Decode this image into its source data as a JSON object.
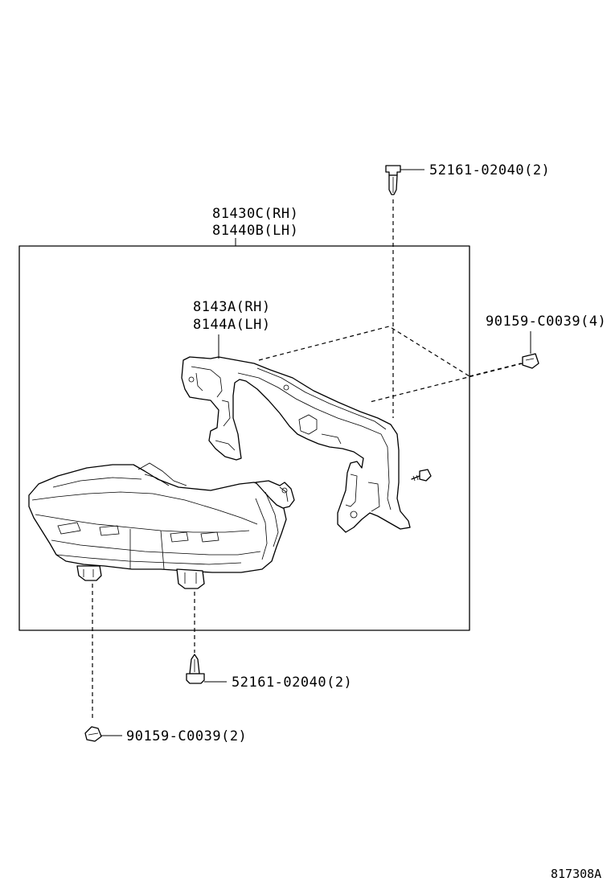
{
  "labels": {
    "clip_top": "52161-02040(2)",
    "assembly_rh": "81430C(RH)",
    "assembly_lh": "81440B(LH)",
    "bracket_rh": "8143A(RH)",
    "bracket_lh": "8144A(LH)",
    "nut_right": "90159-C0039(4)",
    "clip_bottom": "52161-02040(2)",
    "nut_bottom": "90159-C0039(2)",
    "diagram_code": "817308A"
  },
  "icons": {
    "clip": "push-clip-icon",
    "nut": "clip-nut-icon",
    "screw": "screw-icon"
  }
}
